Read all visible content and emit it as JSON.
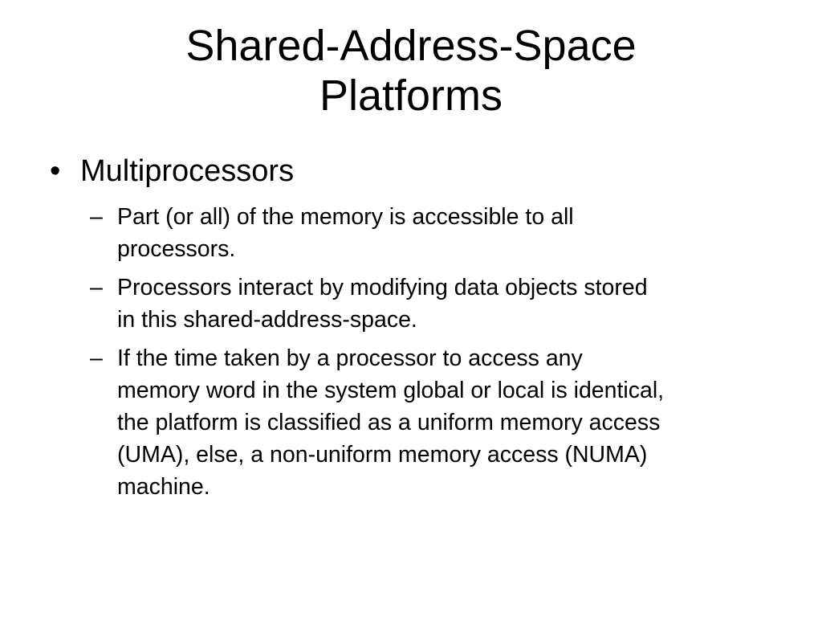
{
  "slide": {
    "title_lines": [
      "Shared-Address-Space",
      "Platforms"
    ],
    "bullet": {
      "marker": "•",
      "text": "Multiprocessors",
      "sub_marker": "–",
      "sub_items": [
        {
          "lines": [
            "Part (or all) of the memory is accessible to all",
            "processors."
          ]
        },
        {
          "lines": [
            "Processors interact by modifying data objects stored",
            "in this shared-address-space."
          ]
        },
        {
          "lines": [
            "If the time taken by a processor to access any",
            "memory word in the system global or local is identical,",
            "the platform is classified as a uniform memory access",
            "(UMA), else, a non-uniform memory access (NUMA)",
            "machine."
          ]
        }
      ]
    }
  }
}
